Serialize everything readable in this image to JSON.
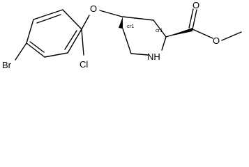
{
  "molecule": {
    "atoms": {
      "bromine": "Br",
      "chlorine": "Cl",
      "ether_oxygen": "O",
      "ring_nitrogen": "NH",
      "ester_carbonyl_oxygen": "O",
      "ester_alkoxy_oxygen": "O"
    },
    "stereo_labels": {
      "c4_relative": "cr1",
      "c2_relative": "cr1"
    },
    "colors": {
      "bond": "#000000",
      "text": "#000000",
      "background": "#ffffff"
    }
  }
}
